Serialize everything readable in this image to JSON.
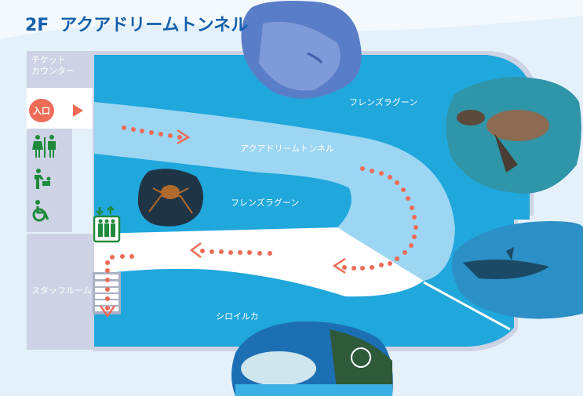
{
  "header": {
    "floor": "2F",
    "title": "アクアドリームトンネル"
  },
  "facilities": {
    "ticket_counter": "チケット\nカウンター",
    "entrance": "入口",
    "staff_room": "スタッフルーム",
    "restroom_icon": "restroom-icon",
    "baby_changing_icon": "baby-changing-icon",
    "accessible_icon": "wheelchair-icon",
    "elevator_icon": "elevator-icon",
    "stairs_icon": "stairs-icon"
  },
  "areas": {
    "friends_lagoon_top": "フレンズラグーン",
    "aqua_dream_tunnel": "アクアドリームトンネル",
    "friends_lagoon_inner": "フレンズラグーン",
    "beluga": "シロイルカ"
  },
  "photos": [
    {
      "name": "stingray-photo",
      "subject": "stingray"
    },
    {
      "name": "sea-turtle-photo",
      "subject": "sea turtle"
    },
    {
      "name": "spider-crab-photo",
      "subject": "spider crab"
    },
    {
      "name": "shark-photo",
      "subject": "shark"
    },
    {
      "name": "beluga-photo",
      "subject": "beluga whale"
    }
  ],
  "colors": {
    "background": "#e4f1fb",
    "wall": "#cdd3e4",
    "water": "#20a7dc",
    "tunnel": "#9cd6f3",
    "walkway": "#ffffff",
    "title": "#1560ad",
    "route": "#ee6b57",
    "facility_green": "#1f8a3c"
  }
}
